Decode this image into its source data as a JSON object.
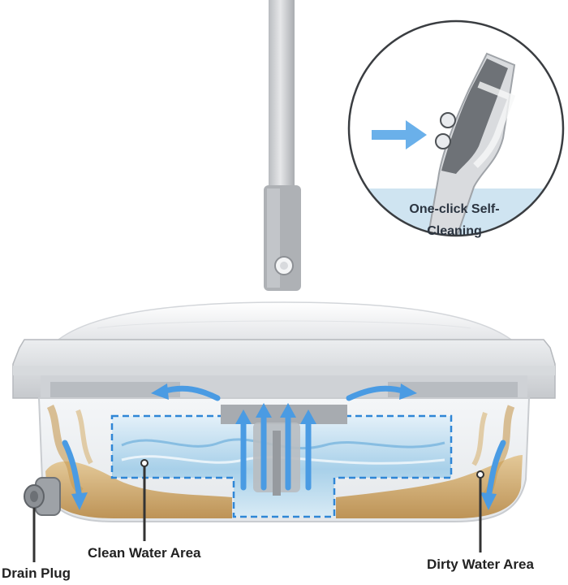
{
  "labels": {
    "drain_plug": "Drain Plug",
    "clean_water_area": "Clean Water Area",
    "dirty_water_area": "Dirty Water Area"
  },
  "inset": {
    "caption_line1": "One-click Self-",
    "caption_line2": "Cleaning"
  },
  "colors": {
    "arrow_blue": "#4a9be3",
    "dashed_outline": "#2f86d6",
    "clean_water": "#9ccbe8",
    "dirty_water": "#c59a55",
    "caption_band": "#cfe4f1"
  }
}
